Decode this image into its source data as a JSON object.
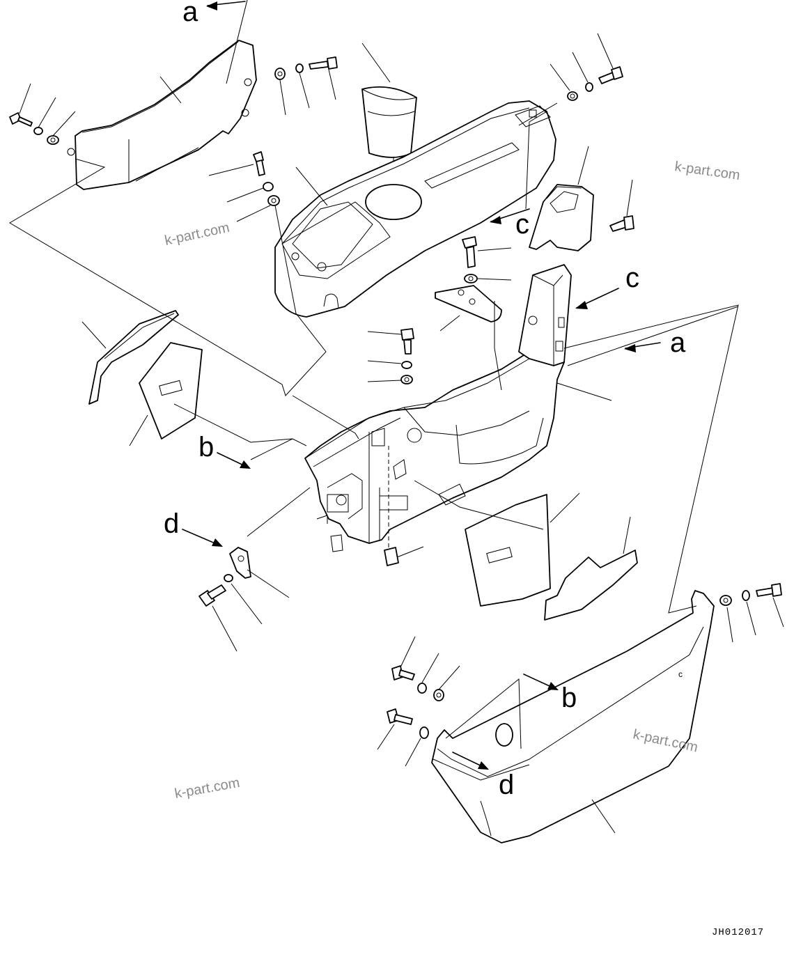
{
  "letters": {
    "a_top": "a",
    "a_right": "a",
    "b_left": "b",
    "b_right": "b",
    "c_upper": "c",
    "c_right": "c",
    "d_left": "d",
    "d_bottom": "d",
    "c_small": "c"
  },
  "watermarks": {
    "wm1": "k-part.com",
    "wm2": "k-part.com",
    "wm3": "k-part.com",
    "wm4": "k-part.com"
  },
  "drawing_code": "JH012017"
}
